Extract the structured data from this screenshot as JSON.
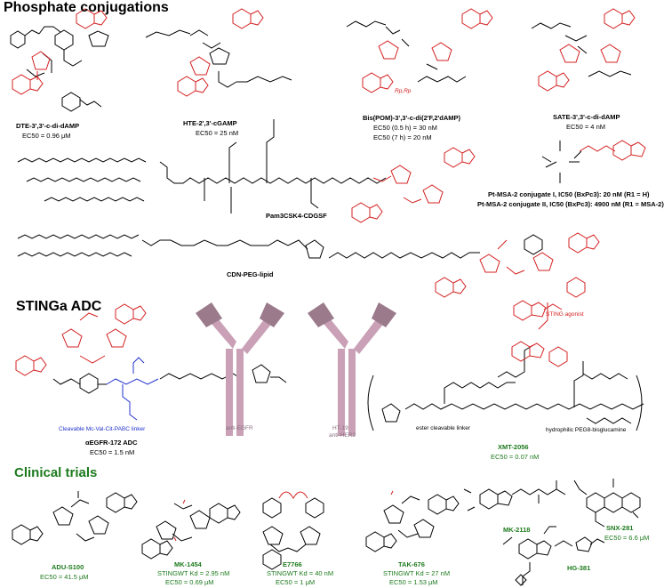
{
  "sections": {
    "phosphate": "Phosphate conjugations",
    "adc": "STINGa ADC",
    "clinical": "Clinical trials"
  },
  "phosphate": {
    "dte": {
      "name": "DTE-3',3'-c-di-dAMP",
      "ec": "EC50 = 0.96 μM"
    },
    "hte": {
      "name": "HTE-2',3'-cGAMP",
      "ec": "EC50 = 25 nM"
    },
    "bispom": {
      "name": "Bis(POM)-3',3'-c-di(2'F,2'dAMP)",
      "ec1": "EC50 (0.5 h) = 30 nM",
      "ec2": "EC50 (7 h) = 20 nM",
      "stereo": "Rp,Rp"
    },
    "sate": {
      "name": "SATE-3',3'-c-di-dAMP",
      "ec": "EC50 = 4 nM"
    },
    "pam": {
      "name": "Pam3CSK4-CDGSF"
    },
    "ptmsa": {
      "line1": "Pt-MSA-2 conjugate I, IC50 (BxPc3): 20 nM (R1 = H)",
      "line2": "Pt-MSA-2 conjugate II, IC50 (BxPc3): 4900 nM (R1 = MSA-2)"
    },
    "cdnpeg": {
      "name": "CDN-PEG-lipid"
    }
  },
  "adc": {
    "egfr_name": "αEGFR-172 ADC",
    "egfr_ec": "EC50 = 1.5 nM",
    "linker_label": "Cleavable Mc-Val-Cit-PABC linker",
    "anti_egfr": "anti-EGFR",
    "ht19": "HT-19",
    "anti_her2": "anti-HER2",
    "sting_agonist": "STING agonist",
    "ester_linker": "ester cleavable linker",
    "peg_label": "hydrophilic PEG8-bisglucamine",
    "xmt_name": "XMT-2056",
    "xmt_ec": "EC50 = 0.07 nM"
  },
  "clinical": {
    "adu": {
      "name": "ADU-S100",
      "ec": "EC50 = 41.5 μM"
    },
    "mk1454": {
      "name": "MK-1454",
      "kd": "STINGWT Kd = 2.95 nM",
      "ec": "EC50 = 0.69 μM"
    },
    "e7766": {
      "name": "E7766",
      "kd": "STINGWT Kd = 40 nM",
      "ec": "EC50 = 1 μM"
    },
    "tak676": {
      "name": "TAK-676",
      "kd": "STINGWT Kd = 27 nM",
      "ec": "EC50 = 1.53 μM"
    },
    "mk2118": {
      "name": "MK-2118"
    },
    "snx281": {
      "name": "SNX-281",
      "ec": "EC50 = 6.6 μM"
    },
    "hg381": {
      "name": "HG-381"
    }
  },
  "colors": {
    "red": "#d42020",
    "green": "#1d7a1d",
    "blue": "#2233cc",
    "antibody": "#c9a0b6",
    "antibody_dark": "#9a7a8b"
  }
}
